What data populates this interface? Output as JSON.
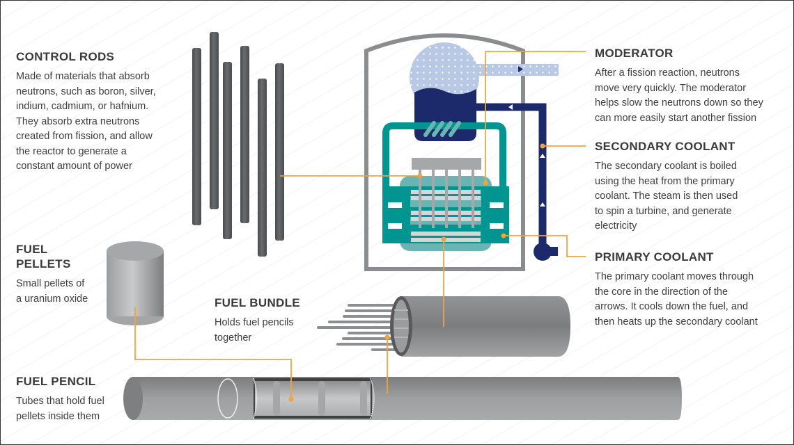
{
  "title": "Nuclear reactor components diagram",
  "colors": {
    "leader_line": "#f5a23a",
    "control_rod": "#58595b",
    "moderator_dark_blue": "#1c2a6b",
    "steam_light_blue": "#b9c8e4",
    "primary_teal": "#009590",
    "core_teal_light": "#6ab5b3",
    "fuel_plate": "#d5d6d8",
    "containment_gray": "#8b8c8e"
  },
  "labels": {
    "control_rods": {
      "heading": "CONTROL RODS",
      "lines": [
        "Made of materials that absorb",
        "neutrons, such as boron, silver,",
        "indium, cadmium, or hafnium.",
        "They absorb extra neutrons",
        "created from fission, and allow",
        "the reactor to generate a",
        "constant amount of power"
      ]
    },
    "moderator": {
      "heading": "MODERATOR",
      "lines": [
        "After a fission reaction, neutrons",
        "move very quickly. The moderator",
        "helps slow the neutrons down so they",
        "can more easily start another fission"
      ]
    },
    "secondary_coolant": {
      "heading": "SECONDARY COOLANT",
      "lines": [
        "The secondary coolant is boiled",
        "using the heat from the primary",
        "coolant. The steam is then used",
        "to spin a turbine, and generate",
        "electricity"
      ]
    },
    "primary_coolant": {
      "heading": "PRIMARY COOLANT",
      "lines": [
        "The primary coolant moves through",
        "the core in the direction of the",
        "arrows. It cools down the fuel, and",
        "then heats up the secondary coolant"
      ]
    },
    "fuel_pellets": {
      "heading_line1": "FUEL",
      "heading_line2": "PELLETS",
      "lines": [
        "Small pellets of",
        "a uranium oxide"
      ]
    },
    "fuel_bundle": {
      "heading": "FUEL BUNDLE",
      "lines": [
        "Holds fuel pencils",
        "together"
      ]
    },
    "fuel_pencil": {
      "heading": "FUEL PENCIL",
      "lines": [
        "Tubes that hold fuel",
        "pellets inside them"
      ]
    }
  }
}
